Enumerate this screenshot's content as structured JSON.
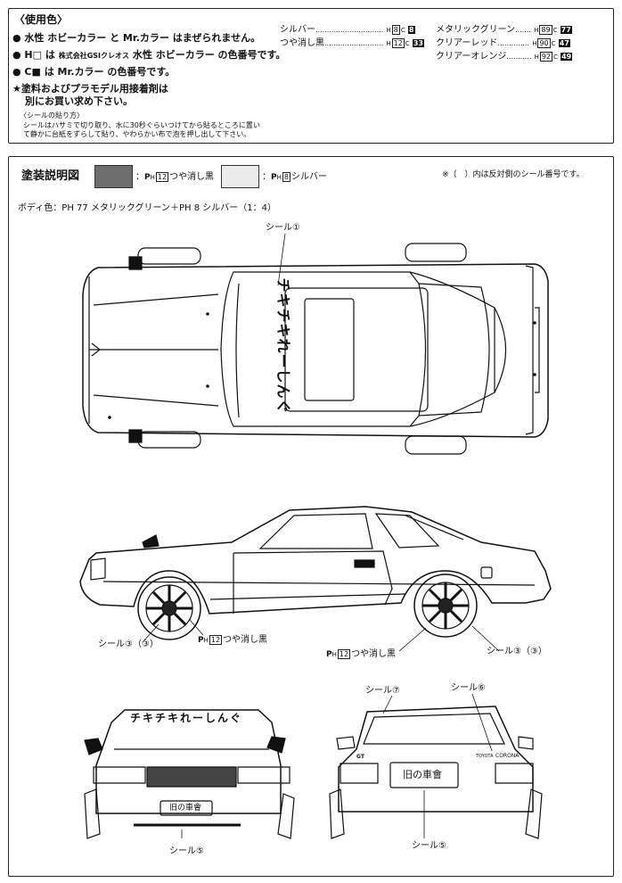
{
  "header": {
    "title": "〈使用色〉",
    "line1": "● 水性 ホビーカラー と Mr.カラー はまぜられません。",
    "line2_prefix": "● H□ は",
    "line2_company": "株式会社GSIクレオス",
    "line2_rest": "水性 ホビーカラー の色番号です。",
    "line3": "● C■ は Mr.カラー の色番号です。",
    "line4a": "★塗料およびプラモデル用接着剤は",
    "line4b": "別にお買い求め下さい。",
    "seal_title": "〈シールの貼り方〉",
    "seal_line1": "シールはハサミで切り取り、水に30秒ぐらいつけてから貼るところに置い",
    "seal_line2": "て静かに台紙をずらして貼り、やわらかい布で泡を押し出して下さい。"
  },
  "colors": [
    {
      "name": "シルバー",
      "dots": "..............................",
      "h": "8",
      "c": "8"
    },
    {
      "name": "つや消し黒",
      "dots": "..........................",
      "h": "12",
      "c": "33"
    },
    {
      "name": "メタリックグリーン",
      "dots": ".......",
      "h": "89",
      "c": "77"
    },
    {
      "name": "クリアーレッド",
      "dots": "..............",
      "h": "90",
      "c": "47"
    },
    {
      "name": "クリアーオレンジ",
      "dots": "...........",
      "h": "92",
      "c": "49"
    }
  ],
  "paint": {
    "title": "塗装説明図",
    "legend_dark": "つや消し黒",
    "legend_dark_code": "12",
    "legend_light": "シルバー",
    "legend_light_code": "8",
    "note": "※（　）内は反対側のシール番号です。",
    "body_color": "ボディ色：PH 77 メタリックグリーン＋PH 8 シルバー（1：4）",
    "dark_hex": "#6e6e6e",
    "light_hex": "#ececec"
  },
  "callouts": {
    "seal1": "シール①",
    "seal3a": "シール③（③）",
    "seal3b": "シール③（③）",
    "ph12a": "つや消し黒",
    "ph12b": "つや消し黒",
    "ph12_code": "12",
    "seal7": "シール⑦",
    "seal6": "シール⑥",
    "seal5a": "シール⑤",
    "seal5b": "シール⑤"
  },
  "decals": {
    "windshield": "チキチキれーしんぐ",
    "plate": "旧の車會",
    "emblem": "CORONA",
    "emblem_maker": "TOYOTA",
    "badge": "GT"
  }
}
